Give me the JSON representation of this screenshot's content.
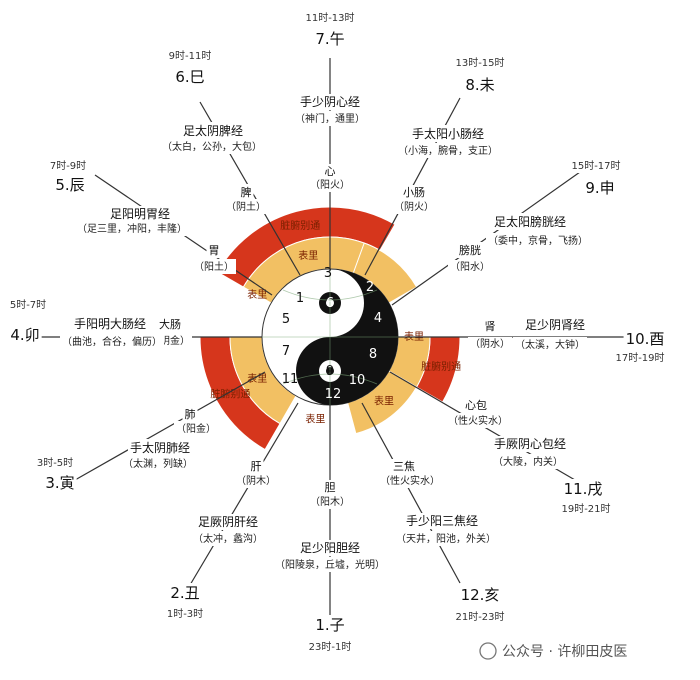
{
  "colors": {
    "outer_red": "#d6361c",
    "inner_yellow": "#f2c063",
    "line": "#333333",
    "yin": "#111111",
    "yang": "#ffffff"
  },
  "branches": [
    {
      "id": "zi",
      "num_name": "1.子",
      "time": "23时-1时",
      "meridian": "足少阳胆经",
      "points": "（阳陵泉，丘墟，光明）",
      "organ": "胆",
      "element": "（阳木）"
    },
    {
      "id": "chou",
      "num_name": "2.丑",
      "time": "1时-3时",
      "meridian": "足厥阴肝经",
      "points": "（太冲，蠡沟）",
      "organ": "肝",
      "element": "（阴木）"
    },
    {
      "id": "yin",
      "num_name": "3.寅",
      "time": "3时-5时",
      "meridian": "手太阴肺经",
      "points": "（太渊，列缺）",
      "organ": "肺",
      "element": "（阳金）"
    },
    {
      "id": "mao",
      "num_name": "4.卯",
      "time": "5时-7时",
      "meridian": "手阳明大肠经",
      "points": "（曲池，合谷，偏历）",
      "organ": "大肠",
      "element": "（阴金）"
    },
    {
      "id": "chen",
      "num_name": "5.辰",
      "time": "7时-9时",
      "meridian": "足阳明胃经",
      "points": "（足三里，冲阳，丰隆）",
      "organ": "胃",
      "element": "（阳土）"
    },
    {
      "id": "si",
      "num_name": "6.巳",
      "time": "9时-11时",
      "meridian": "足太阴脾经",
      "points": "（太白，公孙，大包）",
      "organ": "脾",
      "element": "（阴土）"
    },
    {
      "id": "wu",
      "num_name": "7.午",
      "time": "11时-13时",
      "meridian": "手少阴心经",
      "points": "（神门，通里）",
      "organ": "心",
      "element": "（阳火）"
    },
    {
      "id": "wei",
      "num_name": "8.未",
      "time": "13时-15时",
      "meridian": "手太阳小肠经",
      "points": "（小海，腕骨，支正）",
      "organ": "小肠",
      "element": "（阴火）"
    },
    {
      "id": "shen",
      "num_name": "9.申",
      "time": "15时-17时",
      "meridian": "足太阳膀胱经",
      "points": "（委中，京骨，飞扬）",
      "organ": "膀胱",
      "element": "（阳水）"
    },
    {
      "id": "you",
      "num_name": "10.酉",
      "time": "17时-19时",
      "meridian": "足少阴肾经",
      "points": "（太溪，大钟）",
      "organ": "肾",
      "element": "（阴水）"
    },
    {
      "id": "xu",
      "num_name": "11.戌",
      "time": "19时-21时",
      "meridian": "手厥阴心包经",
      "points": "（大陵，内关）",
      "organ": "心包",
      "element": "（性火实水）"
    },
    {
      "id": "hai",
      "num_name": "12.亥",
      "time": "21时-23时",
      "meridian": "手少阳三焦经",
      "points": "（天井，阳池，外关）",
      "organ": "三焦",
      "element": "（性火实水）"
    }
  ],
  "bands": {
    "outer_label": "脏腑别通",
    "inner_label": "表里"
  },
  "taiji_numbers": [
    "1",
    "2",
    "3",
    "4",
    "5",
    "6",
    "7",
    "8",
    "9",
    "10",
    "11",
    "12"
  ],
  "watermark": "公众号 · 许柳田皮医"
}
